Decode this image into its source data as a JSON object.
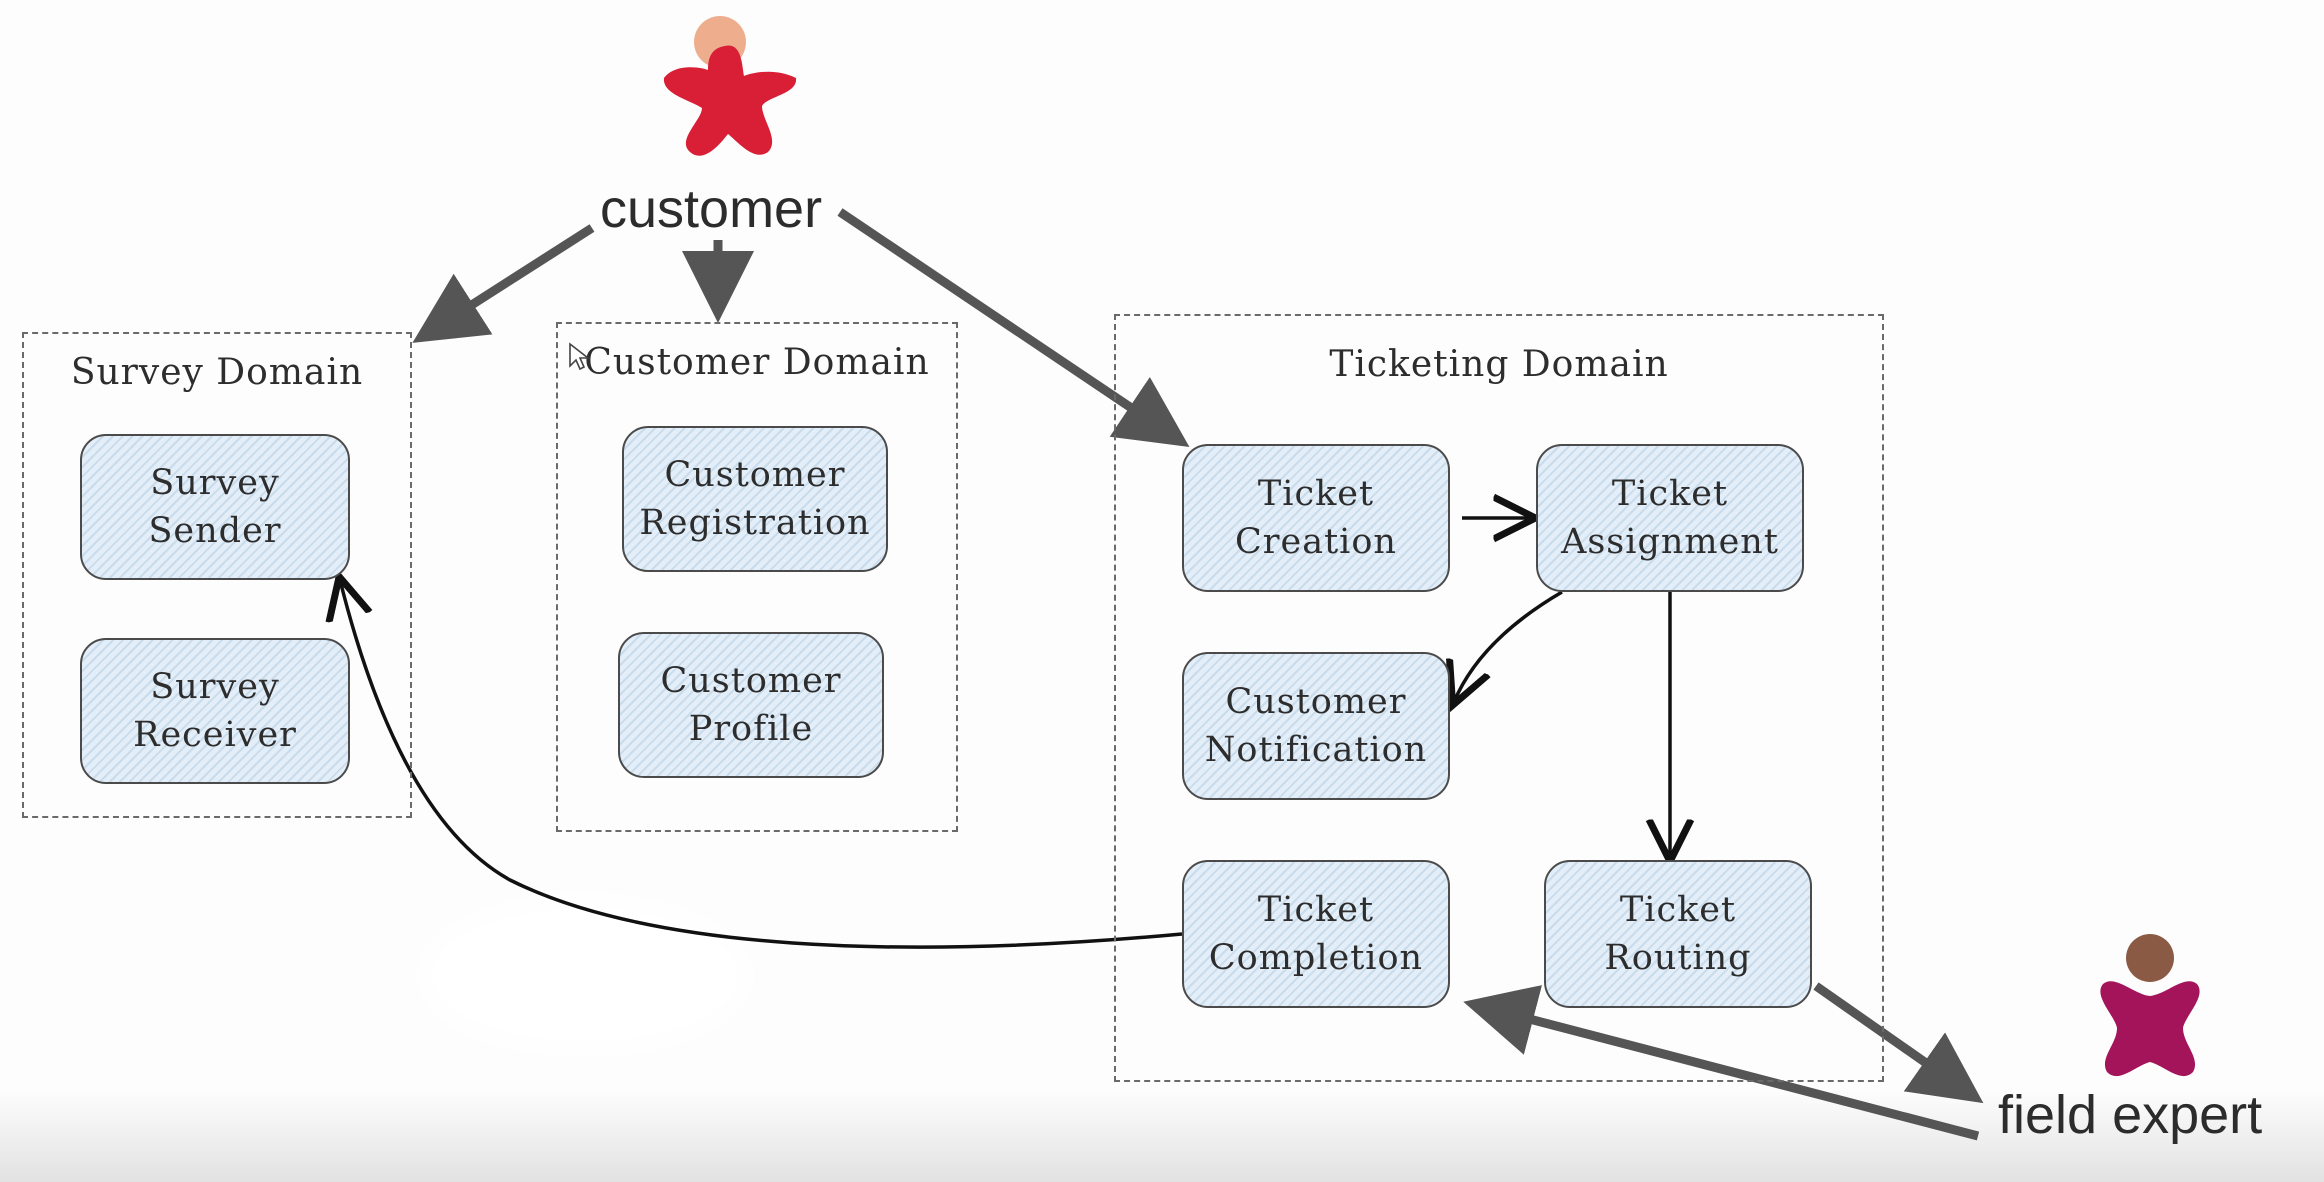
{
  "actors": {
    "customer": {
      "label": "customer",
      "body_color": "#d81f36",
      "head_color": "#eeae8e"
    },
    "field_expert": {
      "label": "field expert",
      "body_color": "#a4145b",
      "head_color": "#8a5a44"
    }
  },
  "domains": {
    "survey": {
      "title": "Survey Domain",
      "services": [
        "Survey\nSender",
        "Survey\nReceiver"
      ]
    },
    "customer": {
      "title": "Customer Domain",
      "services": [
        "Customer\nRegistration",
        "Customer\nProfile"
      ]
    },
    "ticketing": {
      "title": "Ticketing Domain",
      "services": [
        "Ticket\nCreation",
        "Ticket\nAssignment",
        "Customer\nNotification",
        "Ticket\nCompletion",
        "Ticket\nRouting"
      ]
    }
  },
  "colors": {
    "service_fill": "#e3eef8",
    "heavy_arrow": "#555555",
    "thin_arrow": "#111111"
  }
}
